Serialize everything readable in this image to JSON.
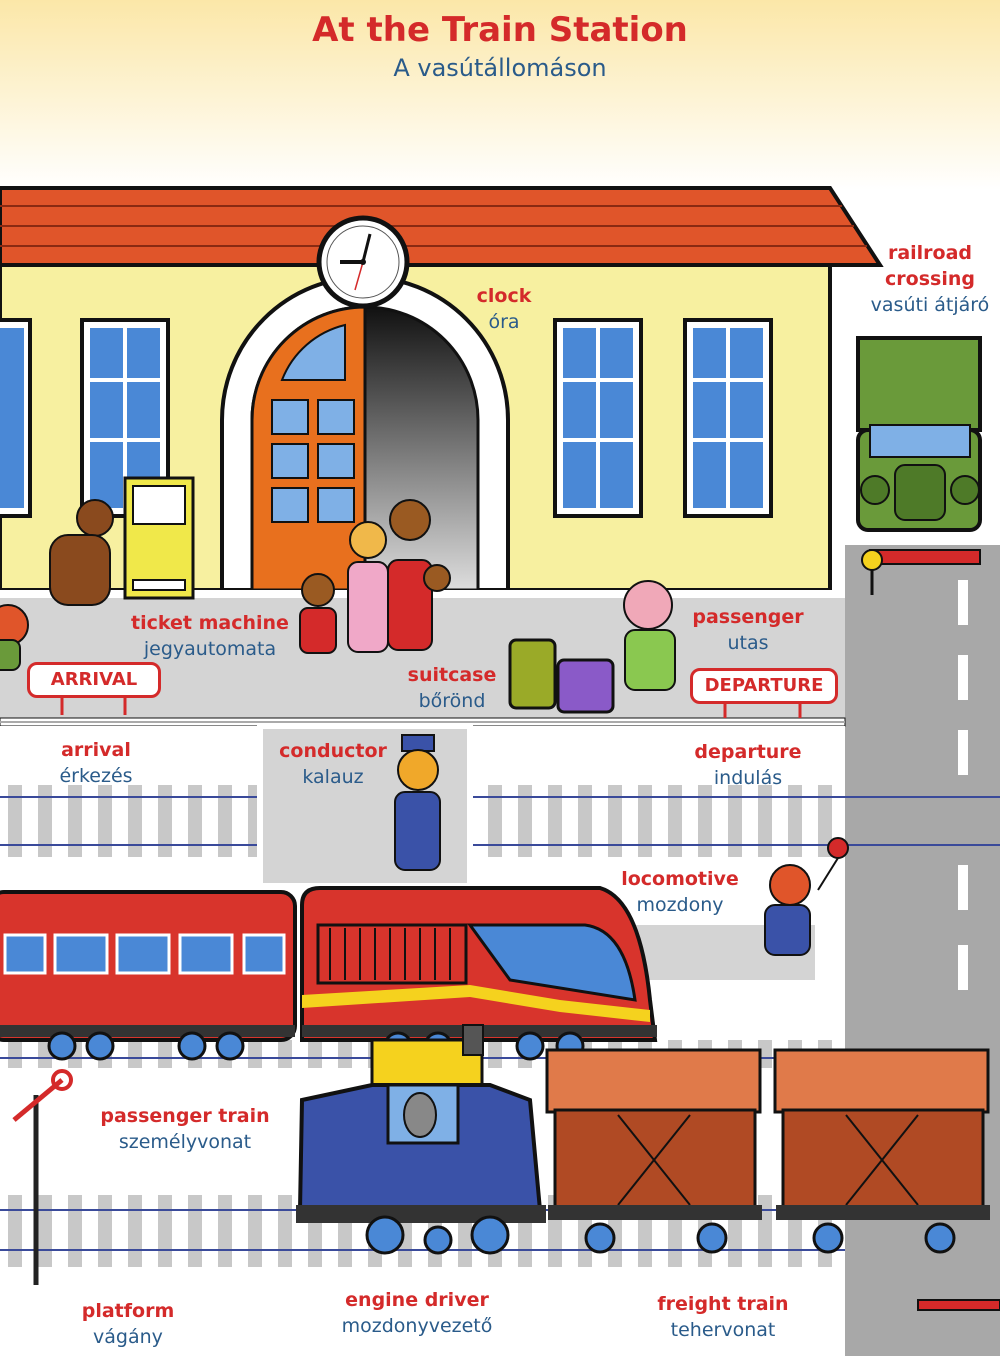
{
  "page": {
    "title": "At the Train Station",
    "subtitle": "A vasútállomáson"
  },
  "signs": {
    "arrival": "ARRIVAL",
    "departure": "DEPARTURE"
  },
  "labels": {
    "clock": {
      "en": "clock",
      "hu": "óra"
    },
    "railroad_crossing": {
      "en_line1": "railroad",
      "en_line2": "crossing",
      "hu": "vasúti átjáró"
    },
    "ticket_machine": {
      "en": "ticket machine",
      "hu": "jegyautomata"
    },
    "passenger": {
      "en": "passenger",
      "hu": "utas"
    },
    "suitcase": {
      "en": "suitcase",
      "hu": "bőrönd"
    },
    "arrival": {
      "en": "arrival",
      "hu": "érkezés"
    },
    "conductor": {
      "en": "conductor",
      "hu": "kalauz"
    },
    "departure": {
      "en": "departure",
      "hu": "indulás"
    },
    "locomotive": {
      "en": "locomotive",
      "hu": "mozdony"
    },
    "passenger_train": {
      "en": "passenger train",
      "hu": "személyvonat"
    },
    "platform": {
      "en": "platform",
      "hu": "vágány"
    },
    "engine_driver": {
      "en": "engine driver",
      "hu": "mozdonyvezető"
    },
    "freight_train": {
      "en": "freight train",
      "hu": "tehervonat"
    }
  },
  "colors": {
    "title_red": "#d42a2a",
    "subtitle_blue": "#2a5b8a",
    "roof": "#e0552a",
    "wall": "#f7f0a0",
    "train_red": "#d8342c",
    "loco_blue": "#3a52a8",
    "freight_brown": "#b04a24"
  }
}
